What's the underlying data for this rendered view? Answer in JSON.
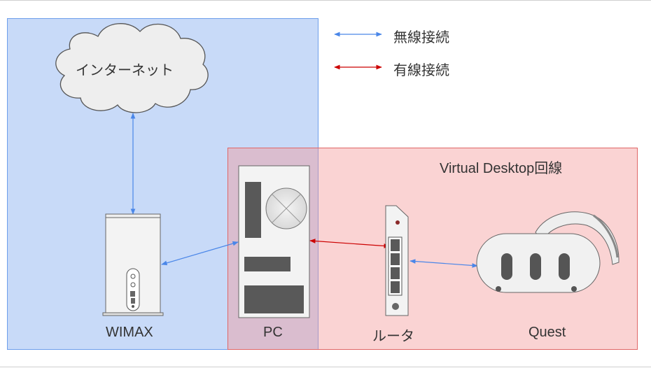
{
  "legend": {
    "wireless": {
      "label": "無線接続",
      "color": "#4a86e8"
    },
    "wired": {
      "label": "有線接続",
      "color": "#cc0000"
    }
  },
  "zones": {
    "red": {
      "title": "Virtual Desktop回線"
    }
  },
  "nodes": {
    "internet": {
      "label": "インターネット"
    },
    "wimax": {
      "label": "WIMAX"
    },
    "pc": {
      "label": "PC"
    },
    "router": {
      "label": "ルータ"
    },
    "quest": {
      "label": "Quest"
    }
  }
}
